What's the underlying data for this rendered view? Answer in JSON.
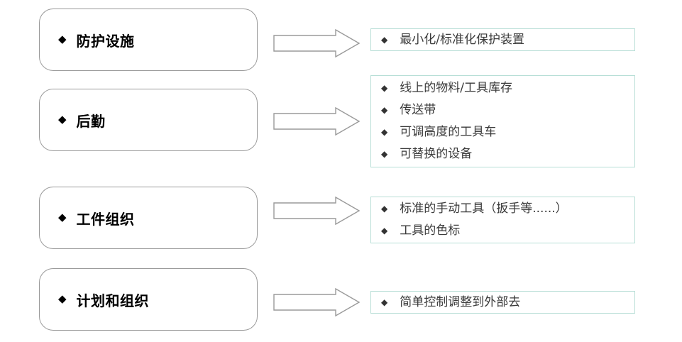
{
  "slide": {
    "background_color": "#ffffff",
    "category_box": {
      "border_color": "#9a9a9a",
      "text_color": "#000000",
      "bullet": "◆"
    },
    "detail_box": {
      "border_color": "#b7ded6",
      "text_color": "#3a3a3a",
      "bullet": "◆"
    },
    "arrow": {
      "stroke_color": "#9a9a9a",
      "fill_color": "#ffffff"
    }
  },
  "rows": [
    {
      "category": "防护设施",
      "arrow_label": "leads-to",
      "details": [
        "最小化/标准化保护装置"
      ]
    },
    {
      "category": "后勤",
      "arrow_label": "leads-to",
      "details": [
        "线上的物料/工具库存",
        "传送带",
        "可调高度的工具车",
        "可替换的设备"
      ]
    },
    {
      "category": "工件组织",
      "arrow_label": "leads-to",
      "details": [
        "标准的手动工具（扳手等......）",
        "工具的色标"
      ]
    },
    {
      "category": "计划和组织",
      "arrow_label": "leads-to",
      "details": [
        "简单控制调整到外部去"
      ]
    }
  ]
}
